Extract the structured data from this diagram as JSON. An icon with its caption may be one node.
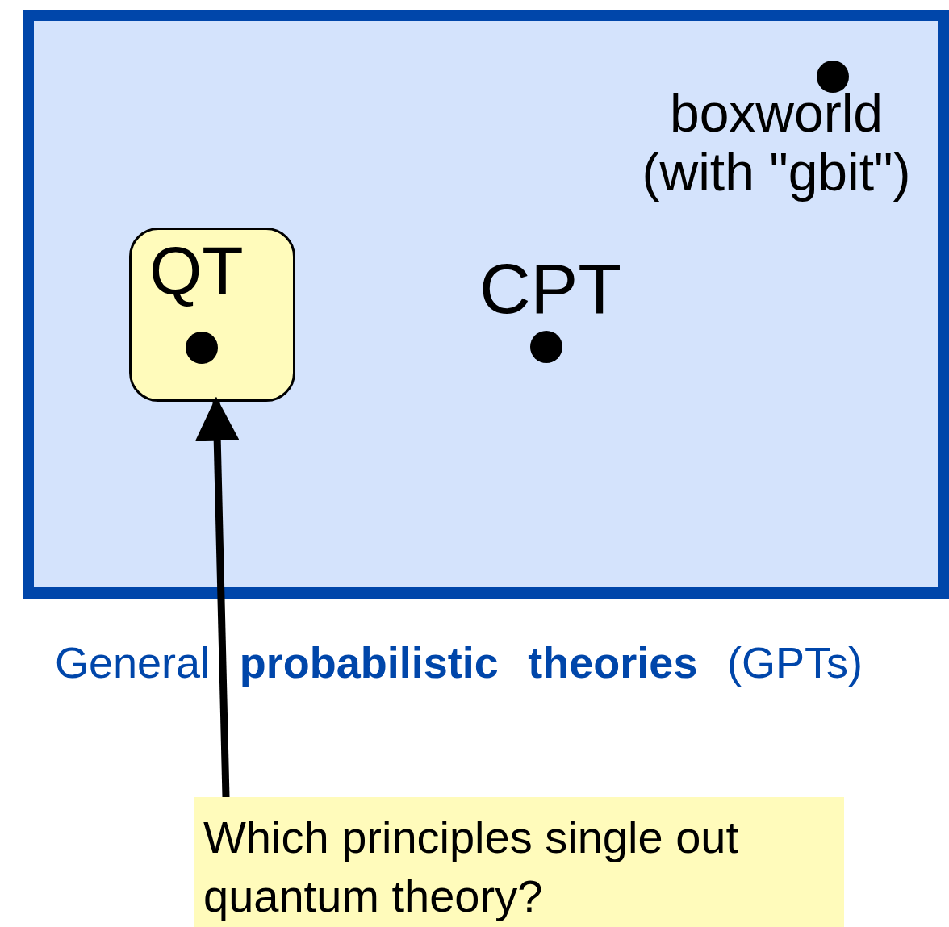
{
  "diagram": {
    "nodes": [
      {
        "text": [
          "General **probabilistic theories** (GPTs)"
        ]
      },
      {
        "text": [
          "QT"
        ],
        "in": 0
      },
      {
        "text": [
          "Which principles single out quantum theory?"
        ]
      }
    ],
    "edges": [
      {
        "from": 2,
        "to": 1,
        "arrow": "to"
      }
    ],
    "labels": [
      "boxworld (with \"gbit\")",
      "CPT"
    ]
  }
}
